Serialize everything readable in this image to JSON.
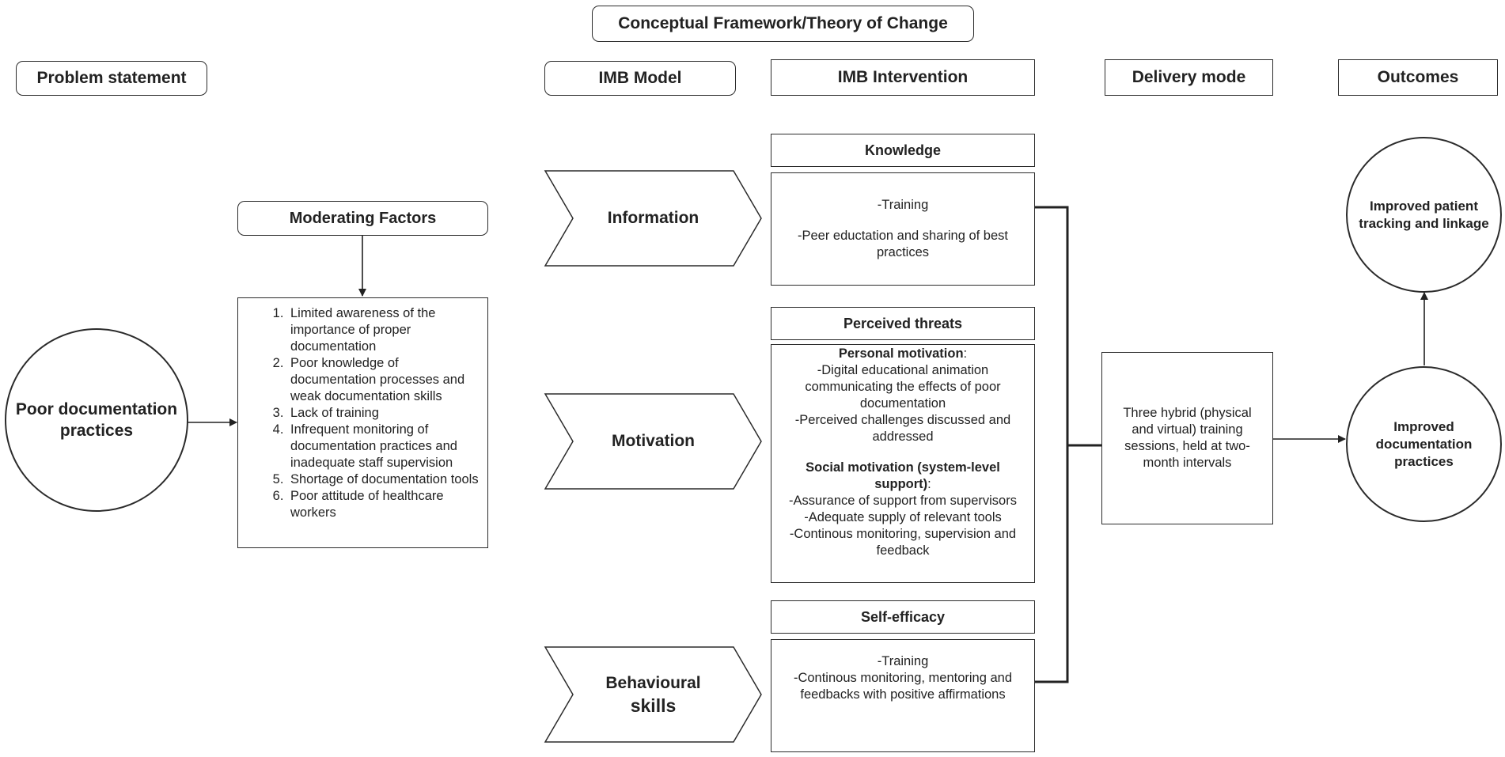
{
  "title": "Conceptual Framework/Theory of Change",
  "headers": {
    "problem": "Problem statement",
    "imb_model": "IMB Model",
    "imb_intervention": "IMB Intervention",
    "delivery": "Delivery mode",
    "outcomes": "Outcomes"
  },
  "problem_circle": "Poor documentation practices",
  "moderating_title": "Moderating Factors",
  "moderating_factors": [
    "Limited awareness of the importance of proper documentation",
    "Poor knowledge of documentation processes and weak documentation skills",
    "Lack of training",
    "Infrequent monitoring of documentation practices and inadequate staff supervision",
    "Shortage of documentation tools",
    "Poor attitude of healthcare workers"
  ],
  "imb": {
    "information": "Information",
    "motivation": "Motivation",
    "behavioural_1": "Behavioural",
    "behavioural_2": "skills"
  },
  "interventions": {
    "knowledge": {
      "title": "Knowledge",
      "line1": "-Training",
      "line2": "-Peer eductation and sharing of best practices"
    },
    "perceived": {
      "title": "Perceived threats",
      "personal_title": "Personal motivation",
      "personal_colon": ":",
      "personal_1": "-Digital educational animation communicating the effects of poor documentation",
      "personal_2": "-Perceived challenges discussed and addressed",
      "social_title": "Social motivation (system-level support)",
      "social_colon": ":",
      "social_1": "-Assurance of support from supervisors",
      "social_2": "-Adequate supply of relevant tools",
      "social_3": "-Continous monitoring, supervision and feedback"
    },
    "selfefficacy": {
      "title": "Self-efficacy",
      "line1": "-Training",
      "line2": "-Continous monitoring, mentoring and feedbacks with positive affirmations"
    }
  },
  "delivery_text": "Three hybrid (physical and virtual) training sessions, held at two-month intervals",
  "outcome_documentation": "Improved documentation practices",
  "outcome_tracking": "Improved patient tracking and linkage"
}
